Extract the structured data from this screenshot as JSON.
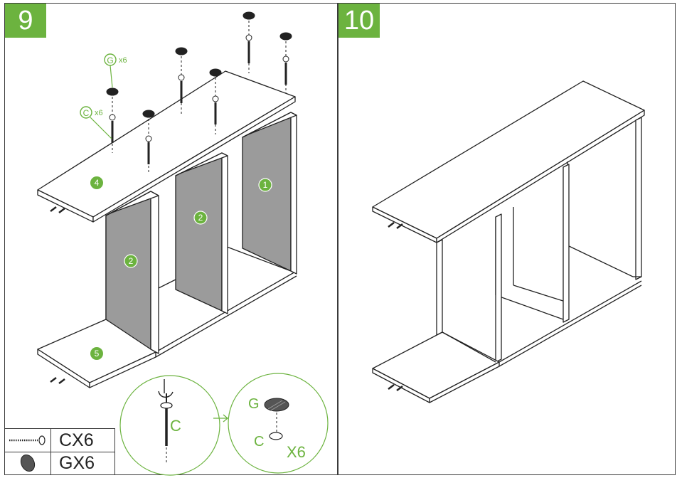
{
  "colors": {
    "accent_green": "#6cb33f",
    "board_gray": "#9b9b9b",
    "line": "#222222"
  },
  "step_left": {
    "number": "9"
  },
  "step_right": {
    "number": "10"
  },
  "callouts": {
    "g_letter": "G",
    "g_qty": "x6",
    "c_letter": "C",
    "c_qty": "x6"
  },
  "part_numbers": {
    "top": "4",
    "bottom": "5",
    "side": "1",
    "divider_a": "2",
    "divider_b": "2"
  },
  "detail": {
    "screw_letter": "C",
    "cap_letter": "G",
    "cap_screw_letter": "C",
    "qty": "X6"
  },
  "parts_list": [
    {
      "icon": "screw-icon",
      "label": "CX6"
    },
    {
      "icon": "cap-icon",
      "label": "GX6"
    }
  ]
}
